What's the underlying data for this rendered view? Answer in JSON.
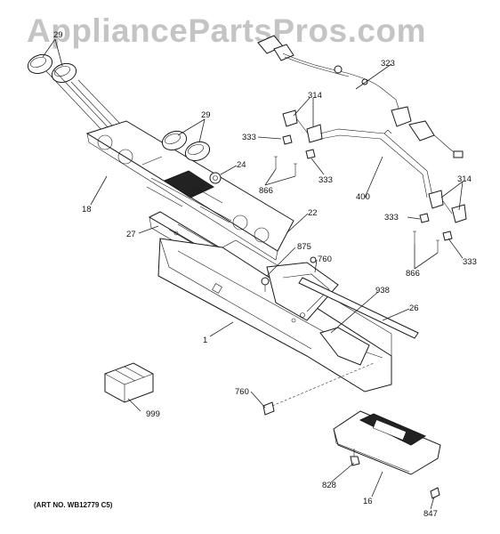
{
  "watermark": "AppliancePartsPros.com",
  "art_number": "(ART NO. WB12779 C5)",
  "callouts": [
    "29",
    "29",
    "18",
    "24",
    "27",
    "22",
    "875",
    "760",
    "1",
    "938",
    "26",
    "760",
    "999",
    "828",
    "16",
    "847",
    "323",
    "314",
    "333",
    "866",
    "333",
    "400",
    "314",
    "333",
    "866",
    "333"
  ]
}
